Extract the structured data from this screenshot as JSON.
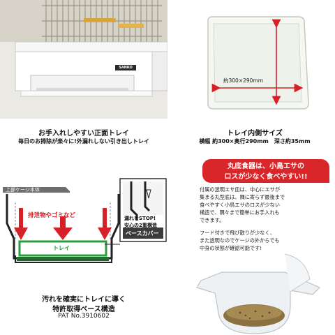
{
  "cage_panel": {
    "brand_label": "SANKO",
    "title": "お手入れしやすい正面トレイ",
    "subtitle": "毎日のお掃除が楽々に!外漏れしない引き出しトレイ"
  },
  "tray_panel": {
    "dimension_label": "約300×290mm",
    "title": "トレイ内側サイズ",
    "subtitle": "横幅 約300×奥行290mm　深さ約35mm"
  },
  "diagram_panel": {
    "cage_label": "上部ケージ本体",
    "debris_label": "排泄物やゴミなど",
    "tray_label": "トレイ",
    "leak_label_line1": "漏れをSTOP!",
    "leak_label_line2": "安心の2重構造",
    "base_cover_label": "ベースカバー",
    "title_line1": "汚れを確実にトレイに導く",
    "title_line2": "特許取得ベース構造",
    "patent": "PAT No.3910602"
  },
  "dish_panel": {
    "banner_line1": "丸底食器は、小鳥エサの",
    "banner_line2": "ロスが少なく食べやすい!!",
    "desc_lines": [
      "付属の透明エサ皿は、中心にエサが",
      "集まる丸型底は、隅に寄らず最後まで",
      "食べやすく小鳥エサのロスが少ない",
      "構造で、隅々まで簡単にお手入れも",
      "できます。",
      "",
      "フード付きで飛び散りが少なく、",
      "また透明なのでケージの外からでも",
      "中身の状態が確認可能です!"
    ]
  },
  "colors": {
    "arrow_red": "#d62128",
    "tray_green": "#2e9a3e",
    "banner_red": "#d9262a"
  }
}
